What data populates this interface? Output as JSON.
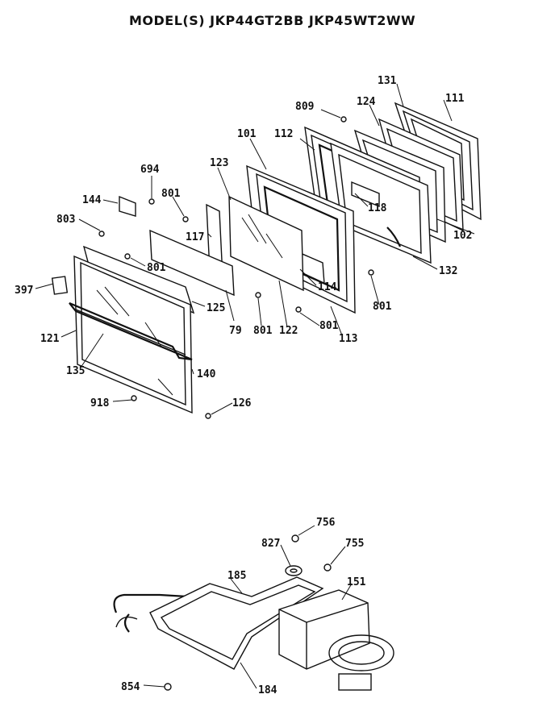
{
  "title": "MODEL(S) JKP44GT2BB  JKP45WT2WW",
  "labels": {
    "p111": "111",
    "p131": "131",
    "p124": "124",
    "p809": "809",
    "p101": "101",
    "p112": "112",
    "p694": "694",
    "p123": "123",
    "p144": "144",
    "p801a": "801",
    "p118": "118",
    "p803": "803",
    "p117": "117",
    "p102": "102",
    "p801b": "801",
    "p132": "132",
    "p397": "397",
    "p114": "114",
    "p125": "125",
    "p801c": "801",
    "p121": "121",
    "p79": "79",
    "p801d": "801",
    "p122": "122",
    "p801e": "801",
    "p113": "113",
    "p135": "135",
    "p140": "140",
    "p918": "918",
    "p126": "126",
    "p756": "756",
    "p827": "827",
    "p755": "755",
    "p185": "185",
    "p151": "151",
    "p854": "854",
    "p184": "184"
  }
}
